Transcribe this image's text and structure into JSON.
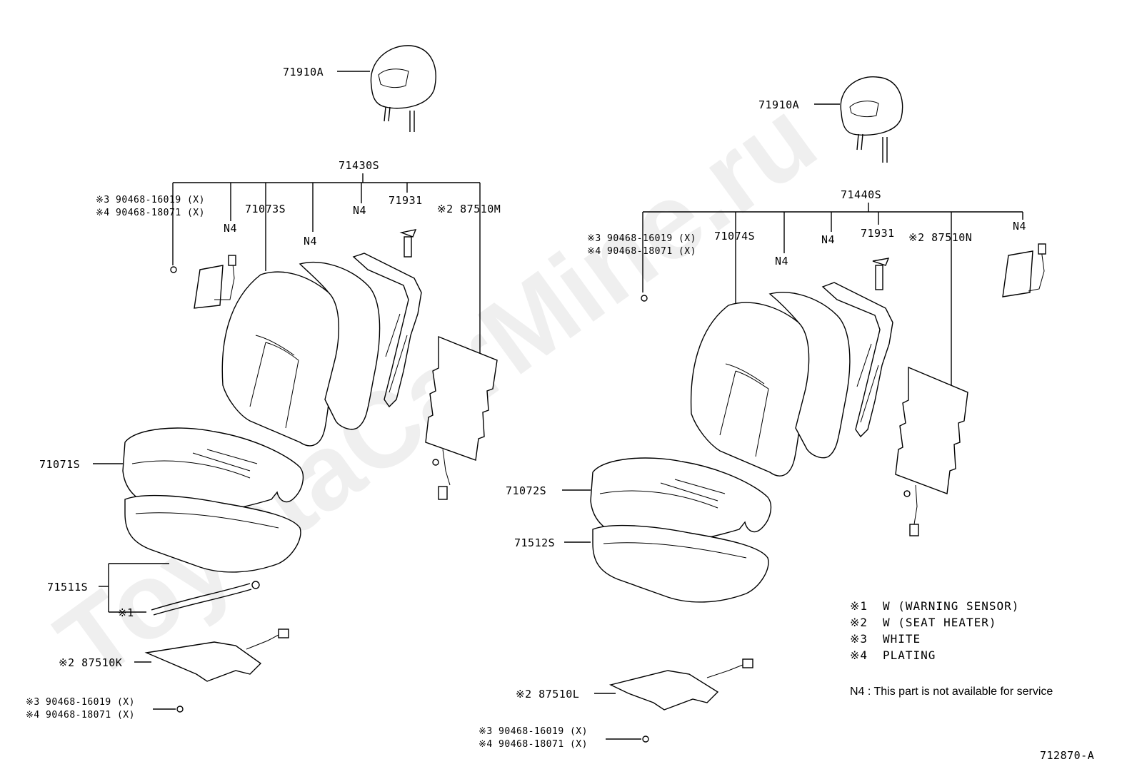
{
  "watermark": "ToyotaCarMine.ru",
  "diagram_id": "712870-A",
  "left_assembly": {
    "headrest": "71910A",
    "back_assembly": "71430S",
    "cushion_cover": "71071S",
    "cushion_pad": "71511S",
    "sensor": "※1",
    "back_cover": "71073S",
    "back_pad_n4": "N4",
    "frame_n4": "N4",
    "clip_n4": "N4",
    "lock": "71931",
    "back_heater": "※2 87510M",
    "cushion_heater": "※2 87510K",
    "clip_top_3": "※3 90468-16019 (X)",
    "clip_top_4": "※4 90468-18071 (X)",
    "clip_bottom_3": "※3 90468-16019 (X)",
    "clip_bottom_4": "※4 90468-18071 (X)"
  },
  "right_assembly": {
    "headrest": "71910A",
    "back_assembly": "71440S",
    "cushion_cover": "71072S",
    "cushion_pad": "71512S",
    "back_cover": "71074S",
    "back_pad_n4": "N4",
    "frame_n4": "N4",
    "clip_n4": "N4",
    "lock": "71931",
    "back_heater": "※2 87510N",
    "cushion_heater": "※2 87510L",
    "clip_top_3": "※3 90468-16019 (X)",
    "clip_top_4": "※4 90468-18071 (X)",
    "clip_bottom_3": "※3 90468-16019 (X)",
    "clip_bottom_4": "※4 90468-18071 (X)"
  },
  "legend": [
    {
      "mark": "※1",
      "text": "W (WARNING  SENSOR)"
    },
    {
      "mark": "※2",
      "text": "W (SEAT  HEATER)"
    },
    {
      "mark": "※3",
      "text": "WHITE"
    },
    {
      "mark": "※4",
      "text": "PLATING"
    }
  ],
  "note": "N4 :  This part is not available for service"
}
